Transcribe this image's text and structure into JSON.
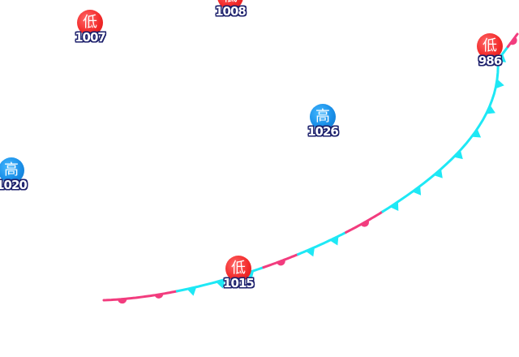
{
  "map": {
    "symbols": {
      "low": "低",
      "high": "高"
    },
    "colors": {
      "low_center": "#f32c2c",
      "high_center": "#1a8fe8",
      "cold_front": "#1ee8f5",
      "warm_front": "#f23c7e",
      "pressure_outline": "#1b1f6b"
    },
    "pressure_centers": [
      {
        "type": "low",
        "symbol": "低",
        "pressure": "1008"
      },
      {
        "type": "low",
        "symbol": "低",
        "pressure": "1007"
      },
      {
        "type": "low",
        "symbol": "低",
        "pressure": "986"
      },
      {
        "type": "high",
        "symbol": "高",
        "pressure": "1026"
      },
      {
        "type": "high",
        "symbol": "高",
        "pressure": "1020"
      },
      {
        "type": "low",
        "symbol": "低",
        "pressure": "1015"
      }
    ],
    "fronts": [
      {
        "type": "stationary",
        "symbol": "stationary-front"
      }
    ]
  }
}
